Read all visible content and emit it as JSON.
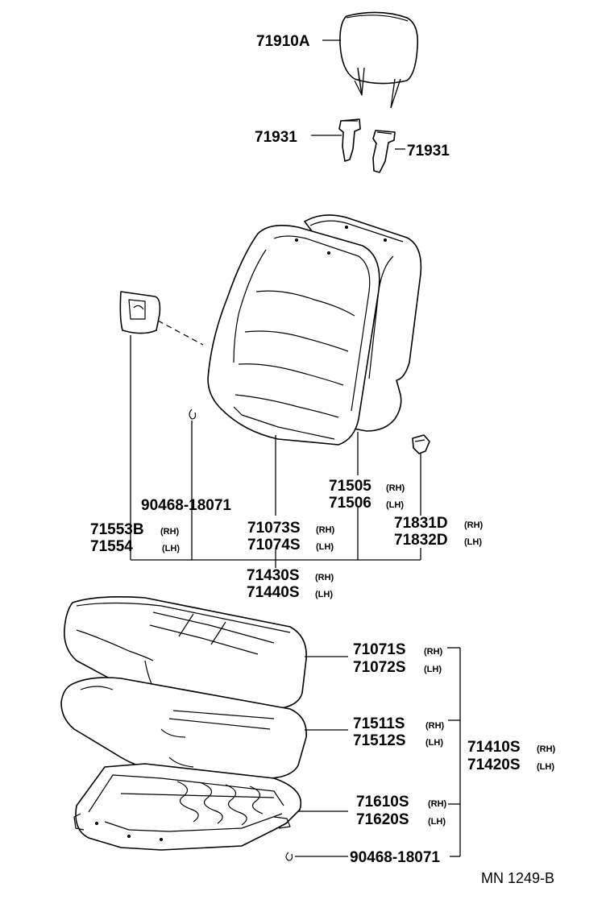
{
  "diagram": {
    "code": "MN 1249-B",
    "parts": {
      "headrest": "71910A",
      "support_left": "71931",
      "support_right": "71931",
      "clip_90468_upper": "90468-18071",
      "cover_71553b": "71553B",
      "cover_71553b_side": "(RH)",
      "cover_71554": "71554",
      "cover_71554_side": "(LH)",
      "back_cover_71073s": "71073S",
      "back_cover_71073s_side": "(RH)",
      "back_cover_71074s": "71074S",
      "back_cover_71074s_side": "(LH)",
      "back_pad_71505": "71505",
      "back_pad_71505_side": "(RH)",
      "back_pad_71506": "71506",
      "back_pad_71506_side": "(LH)",
      "knob_71831d": "71831D",
      "knob_71831d_side": "(RH)",
      "knob_71832d": "71832D",
      "knob_71832d_side": "(LH)",
      "back_assy_71430s": "71430S",
      "back_assy_71430s_side": "(RH)",
      "back_assy_71440s": "71440S",
      "back_assy_71440s_side": "(LH)",
      "cushion_cover_71071s": "71071S",
      "cushion_cover_71071s_side": "(RH)",
      "cushion_cover_71072s": "71072S",
      "cushion_cover_71072s_side": "(LH)",
      "cushion_pad_71511s": "71511S",
      "cushion_pad_71511s_side": "(RH)",
      "cushion_pad_71512s": "71512S",
      "cushion_pad_71512s_side": "(LH)",
      "cushion_assy_71410s": "71410S",
      "cushion_assy_71410s_side": "(RH)",
      "cushion_assy_71420s": "71420S",
      "cushion_assy_71420s_side": "(LH)",
      "spring_71610s": "71610S",
      "spring_71610s_side": "(RH)",
      "spring_71620s": "71620S",
      "spring_71620s_side": "(LH)",
      "clip_90468_lower": "90468-18071"
    }
  }
}
